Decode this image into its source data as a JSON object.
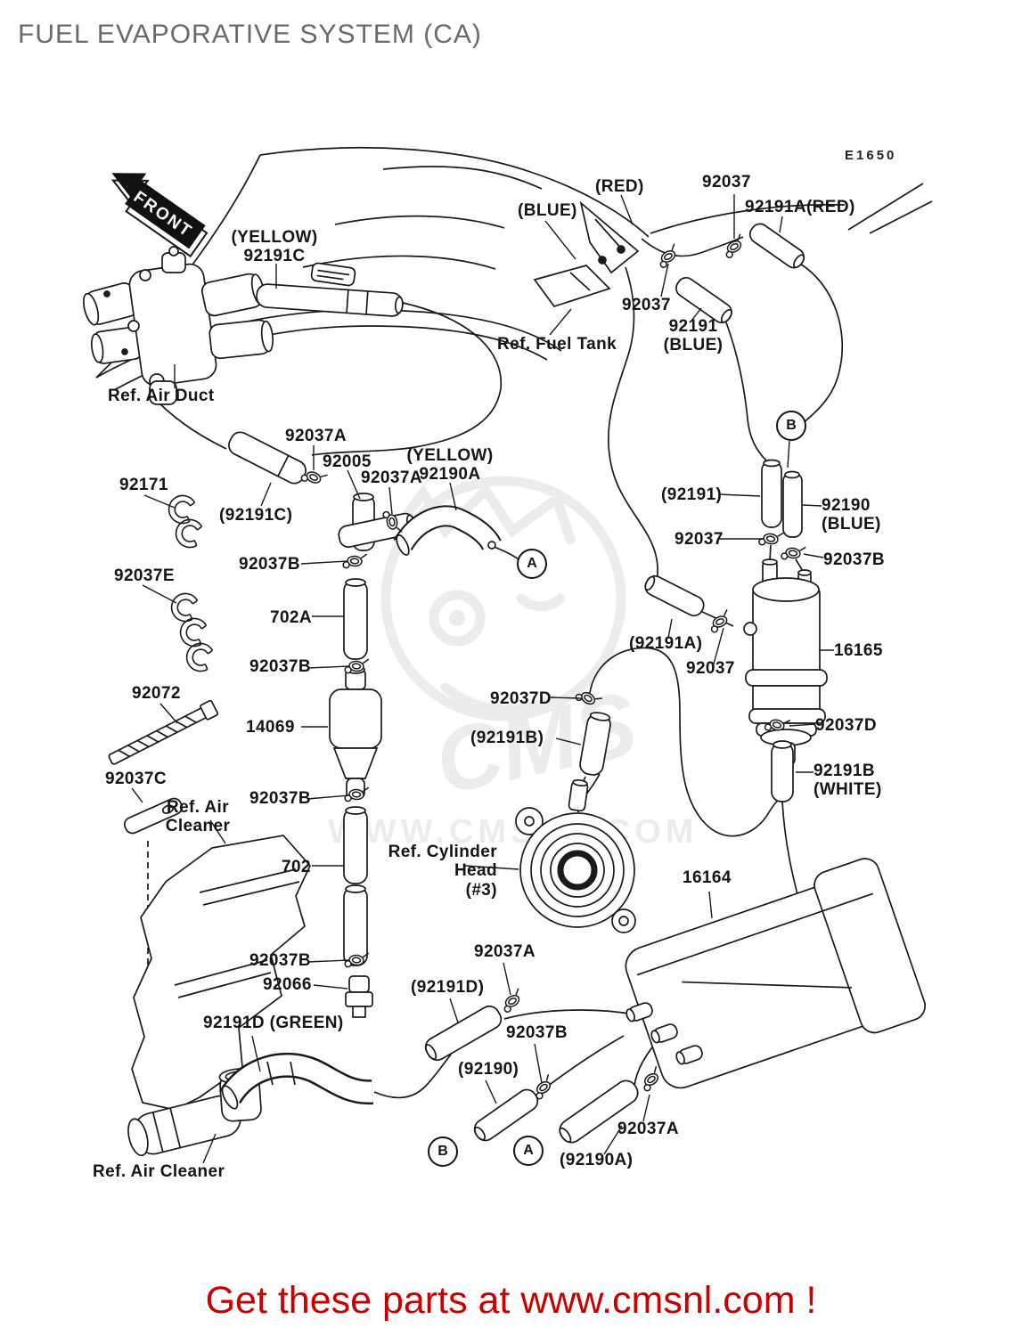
{
  "title": "FUEL EVAPORATIVE SYSTEM (CA)",
  "diagram_code": "E1650",
  "front_badge": "FRONT",
  "watermark": {
    "brand": "CMS",
    "url": "WWW.CMSNL.COM"
  },
  "footer": {
    "text": "Get these parts at www.cmsnl.com !",
    "color": "#c80000"
  },
  "colors": {
    "line_art": "#1a1a1a",
    "title_gray": "#6a6a6a",
    "footer_red": "#c80000",
    "watermark_gray": "#ececec"
  },
  "markers": [
    {
      "label": "B"
    },
    {
      "label": "A"
    },
    {
      "label": "B"
    },
    {
      "label": "A"
    }
  ],
  "labels": [
    {
      "text": "(YELLOW)\n92191C"
    },
    {
      "text": "(RED)"
    },
    {
      "text": "92037"
    },
    {
      "text": "92191A(RED)"
    },
    {
      "text": "(BLUE)"
    },
    {
      "text": "92037"
    },
    {
      "text": "92191\n(BLUE)"
    },
    {
      "text": "Ref. Fuel Tank"
    },
    {
      "text": "Ref. Air Duct"
    },
    {
      "text": "92037A"
    },
    {
      "text": "92005"
    },
    {
      "text": "92037A"
    },
    {
      "text": "(YELLOW)\n92190A"
    },
    {
      "text": "92171"
    },
    {
      "text": "(92191C)"
    },
    {
      "text": "92037E"
    },
    {
      "text": "92037B"
    },
    {
      "text": "702A"
    },
    {
      "text": "92037B"
    },
    {
      "text": "92072"
    },
    {
      "text": "14069"
    },
    {
      "text": "92037C"
    },
    {
      "text": "Ref. Air\nCleaner"
    },
    {
      "text": "92037B"
    },
    {
      "text": "702"
    },
    {
      "text": "Ref. Cylinder\nHead\n(#3)"
    },
    {
      "text": "92037B"
    },
    {
      "text": "92066"
    },
    {
      "text": "92037D"
    },
    {
      "text": "(92191B)"
    },
    {
      "text": "92037"
    },
    {
      "text": "92037D"
    },
    {
      "text": "92191B\n(WHITE)"
    },
    {
      "text": "(92191)"
    },
    {
      "text": "92190\n(BLUE)"
    },
    {
      "text": "92037"
    },
    {
      "text": "92037B"
    },
    {
      "text": "(92191A)"
    },
    {
      "text": "16165"
    },
    {
      "text": "16164"
    },
    {
      "text": "92037A"
    },
    {
      "text": "(92191D)"
    },
    {
      "text": "92037B"
    },
    {
      "text": "(92190)"
    },
    {
      "text": "92191D (GREEN)"
    },
    {
      "text": "Ref. Air Cleaner"
    },
    {
      "text": "(92190A)"
    },
    {
      "text": "92037A"
    }
  ]
}
